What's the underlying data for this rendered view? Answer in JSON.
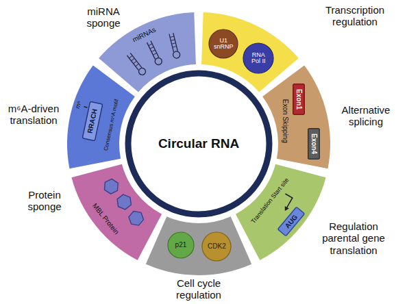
{
  "diagram": {
    "nodes": [
      {
        "text": [
          "Circular RNA"
        ]
      },
      {
        "text": [
          "miRNA sponge",
          "miRNAs"
        ]
      },
      {
        "text": [
          "Transcription regulation"
        ]
      },
      {
        "text": [
          "U1 snRNP"
        ],
        "in": 2
      },
      {
        "text": [
          "RNA Pol II"
        ],
        "in": 2
      },
      {
        "text": [
          "Alternative splicing",
          "Exon Skipping"
        ]
      },
      {
        "text": [
          "Exon1"
        ],
        "in": 5
      },
      {
        "text": [
          "Exon4"
        ],
        "in": 5
      },
      {
        "text": [
          "Regulation parental gene translation",
          "Translation Start site"
        ]
      },
      {
        "text": [
          "AUG"
        ],
        "in": 8
      },
      {
        "text": [
          "Cell cycle regulation"
        ]
      },
      {
        "text": [
          "p21"
        ],
        "in": 10
      },
      {
        "text": [
          "CDK2"
        ],
        "in": 10
      },
      {
        "text": [
          "Protein sponge",
          "MBL Protein"
        ]
      },
      {
        "text": [
          "m⁶A-driven translation",
          "m⁶",
          "Consensus m⁶A motif"
        ]
      },
      {
        "text": [
          "RRACH"
        ],
        "in": 14
      }
    ]
  }
}
